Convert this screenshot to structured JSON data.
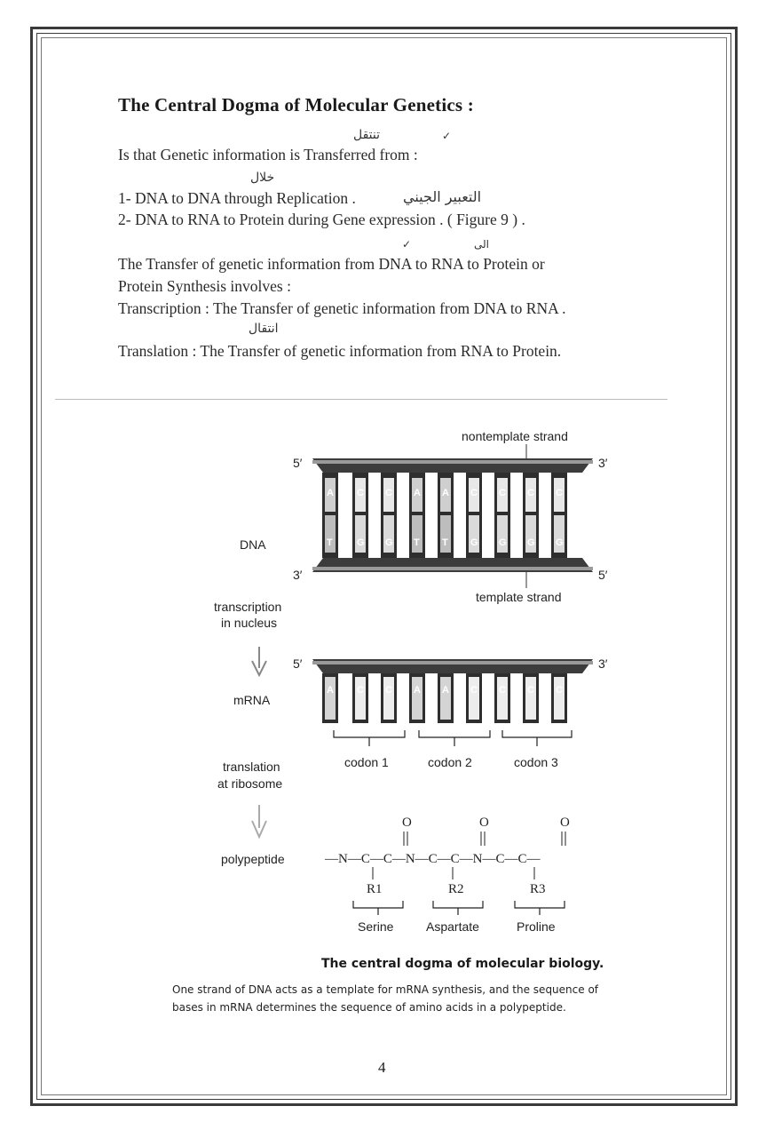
{
  "heading": "The Central Dogma of Molecular Genetics :",
  "intro": "Is that Genetic information is Transferred from :",
  "list": [
    "1- DNA to DNA through Replication .",
    "2- DNA to RNA to Protein during Gene expression . ( Figure 9 ) ."
  ],
  "paragraph": {
    "line1": "The Transfer of genetic information from DNA to RNA to Protein or",
    "line2": "Protein Synthesis involves :",
    "transcription": "Transcription : The Transfer of genetic information from DNA to RNA .",
    "translation": "Translation : The Transfer of genetic information from RNA to Protein."
  },
  "handwritten_notes": {
    "transferred": "تنتقل",
    "replication_from": "خلال",
    "expression": "التعبير الجيني",
    "to_rna": "الى",
    "translation": "انتقال"
  },
  "figure": {
    "labels": {
      "nontemplate": "nontemplate strand",
      "template": "template strand",
      "dna": "DNA",
      "transcription": [
        "transcription",
        "in nucleus"
      ],
      "mrna": "mRNA",
      "translation": [
        "translation",
        "at ribosome"
      ],
      "polypeptide": "polypeptide",
      "five_prime": "5′",
      "three_prime": "3′"
    },
    "dna_top_bases": [
      "A",
      "C",
      "C",
      "A",
      "A",
      "C",
      "C",
      "C",
      "C"
    ],
    "dna_bottom_bases": [
      "T",
      "G",
      "G",
      "T",
      "T",
      "G",
      "G",
      "G",
      "G"
    ],
    "mrna_bases": [
      "A",
      "C",
      "C",
      "A",
      "A",
      "C",
      "C",
      "C",
      "C"
    ],
    "codons": [
      "codon 1",
      "codon 2",
      "codon 3"
    ],
    "chain": {
      "backbone": "—N—C—C—N—C—C—N—C—C—",
      "oxygen": "O",
      "r_groups": [
        "R1",
        "R2",
        "R3"
      ]
    },
    "amino_acids": [
      "Serine",
      "Aspartate",
      "Proline"
    ]
  },
  "caption": {
    "title": "The central dogma of molecular biology.",
    "line1": "One strand of DNA acts as a template for mRNA synthesis, and the sequence of",
    "line2": "bases in mRNA determines the sequence of amino acids in a polypeptide."
  },
  "page_number": "4"
}
